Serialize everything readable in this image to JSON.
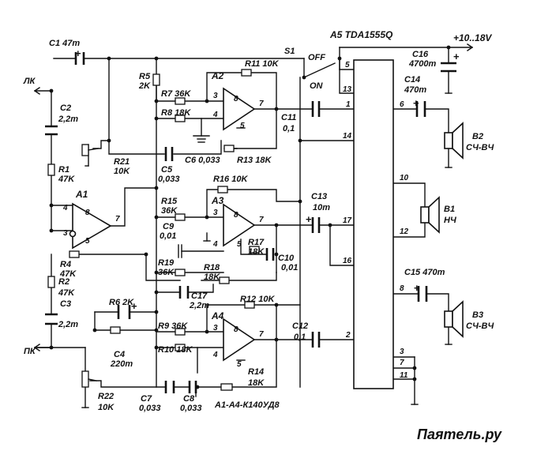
{
  "title": "A5 TDA1555Q",
  "supply": "+10..18V",
  "inputs": {
    "left": "ЛК",
    "right": "ПК"
  },
  "switch": {
    "name": "S1",
    "off": "OFF",
    "on": "ON"
  },
  "opamps": {
    "a1": "A1",
    "a2": "A2",
    "a3": "A3",
    "a4": "A4",
    "note": "А1-А4-К140УД8"
  },
  "components": {
    "c1": "C1 47m",
    "c2": "C2",
    "c2v": "2,2m",
    "c3": "C3",
    "c3v": "2,2m",
    "c4": "C4",
    "c4v": "220m",
    "c5": "C5",
    "c5v": "0,033",
    "c6": "C6 0,033",
    "c7": "C7",
    "c7v": "0,033",
    "c8": "C8",
    "c8v": "0,033",
    "c9": "C9",
    "c9v": "0,01",
    "c10": "C10",
    "c10v": "0,01",
    "c11": "C11",
    "c11v": "0,1",
    "c12": "C12",
    "c12v": "0,1",
    "c13": "C13",
    "c13v": "10m",
    "c14": "C14",
    "c14v": "470m",
    "c15": "C15 470m",
    "c16": "C16",
    "c16v": "4700m",
    "c17": "C17",
    "c17v": "2,2m",
    "r1": "R1",
    "r1v": "47K",
    "r2": "R2",
    "r2v": "47K",
    "r4": "R4",
    "r4v": "47K",
    "r5": "R5",
    "r5v": "2K",
    "r6": "R6 2K",
    "r7": "R7 36K",
    "r8": "R8 18K",
    "r9": "R9 36K",
    "r10": "R10 18K",
    "r11": "R11 10K",
    "r12": "R12 10K",
    "r13": "R13 18K",
    "r14": "R14",
    "r14v": "18K",
    "r15": "R15",
    "r15v": "36K",
    "r16": "R16 10K",
    "r17": "R17",
    "r17v": "18K",
    "r18": "R18",
    "r18v": "18K",
    "r19": "R19",
    "r19v": "36K",
    "r21": "R21",
    "r21v": "10K",
    "r22": "R22",
    "r22v": "10K"
  },
  "speakers": {
    "b1": "B1",
    "b1t": "НЧ",
    "b2": "B2",
    "b2t": "СЧ-ВЧ",
    "b3": "B3",
    "b3t": "СЧ-ВЧ"
  },
  "pins": {
    "p1": "1",
    "p2": "2",
    "p3": "3",
    "p4": "4",
    "p5": "5",
    "p6": "6",
    "p7": "7",
    "p8": "8",
    "p10": "10",
    "p11": "11",
    "p12": "12",
    "p13": "13",
    "p14": "14",
    "p16": "16",
    "p17": "17"
  },
  "watermark": "Паятель.ру"
}
